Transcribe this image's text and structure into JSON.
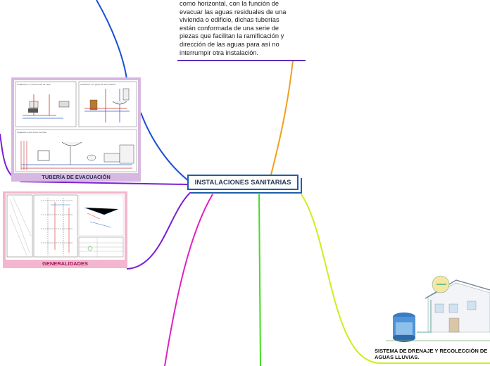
{
  "central_topic": "INSTALACIONES SANITARIAS",
  "description_text": "como horizontal, con la función de\nevacuar las aguas residuales de una\nvivienda o edificio, dichas tuberías\nestán conformada de una serie de\npiezas que facilitan la ramificación y\ndirección de las aguas para así no\ninterrumpir otra instalación.",
  "branches": {
    "evacuacion": {
      "label": "TUBERÍA DE EVACUACIÓN",
      "panels": [
        "Instalación en construcción de casa",
        "Instalación con grupo de alimentación",
        "Instalación para cuarto de baño"
      ]
    },
    "generalidades": {
      "label": "GENERALIDADES"
    },
    "drenaje": {
      "label": "SISTEMA DE DRENAJE Y RECOLECCIÓN DE\nAGUAS LLUVIAS."
    }
  },
  "colors": {
    "central_border": "#1f5fa6",
    "branch_blue": "#1a4fd6",
    "branch_orange": "#f0a020",
    "branch_purple": "#7a1fd0",
    "branch_magenta": "#e020c0",
    "branch_green": "#44dd22",
    "branch_lime": "#c8f020",
    "evac_frame": "#d7b8e2",
    "gen_frame": "#f4b6cf"
  }
}
